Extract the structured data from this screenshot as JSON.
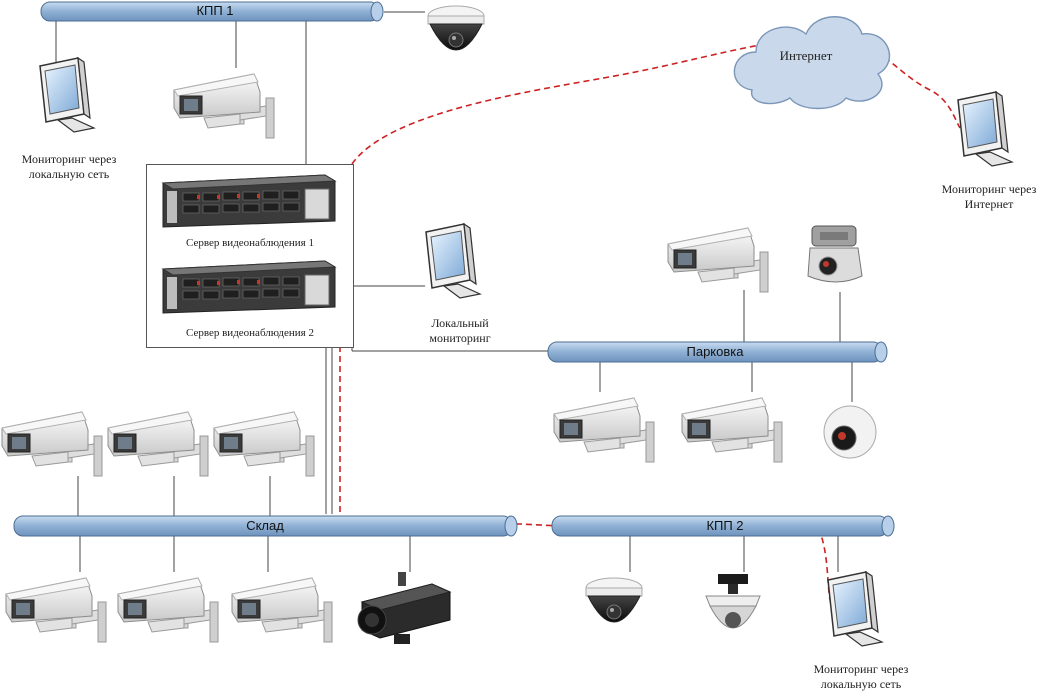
{
  "buses": {
    "kpp1": "КПП 1",
    "parking": "Парковка",
    "warehouse": "Склад",
    "kpp2": "КПП 2"
  },
  "cloud_label": "Интернет",
  "servers": {
    "server1": "Сервер видеонаблюдения 1",
    "server2": "Сервер видеонаблюдения 2"
  },
  "monitors": {
    "local_network_top_line1": "Мониторинг через",
    "local_network_top_line2": "локальную сеть",
    "internet_line1": "Мониторинг через",
    "internet_line2": "Интернет",
    "local_line1": "Локальный",
    "local_line2": "мониторинг",
    "local_network_bottom_line1": "Мониторинг через",
    "local_network_bottom_line2": "локальную сеть"
  },
  "colors": {
    "bus_fill": "#9ab8d8",
    "bus_stroke": "#4a6d92",
    "internet_link": "#cc2222",
    "cloud_fill": "#c9d8ea"
  }
}
